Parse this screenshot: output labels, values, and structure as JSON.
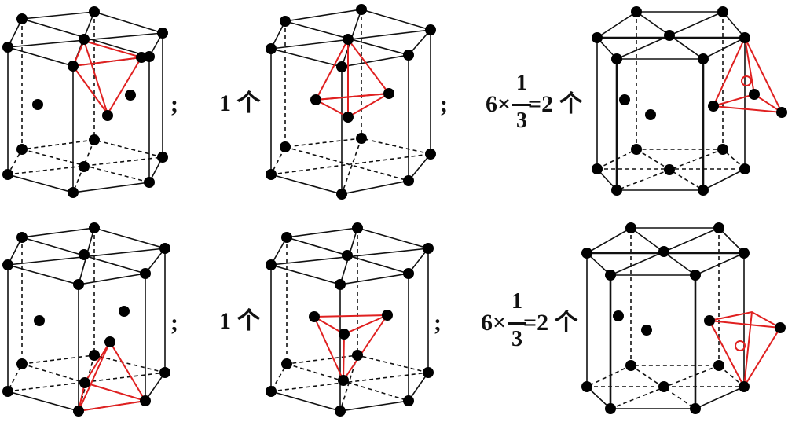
{
  "labels": {
    "row1_semicolon_a": ";",
    "row1_count_a": "1 个",
    "row1_semicolon_b": ";",
    "row1_expr_prefix": "6×",
    "row1_numerator": "1",
    "row1_denominator": "3",
    "row1_expr_suffix": "=2 个",
    "row2_semicolon_a": ";",
    "row2_count_a": "1 个",
    "row2_semicolon_b": ";",
    "row2_expr_prefix": "6×",
    "row2_numerator": "1",
    "row2_denominator": "3",
    "row2_expr_suffix": "=2 个"
  },
  "colors": {
    "edge": "#111111",
    "atom": "#000000",
    "tetrahedron": "#e02020"
  }
}
